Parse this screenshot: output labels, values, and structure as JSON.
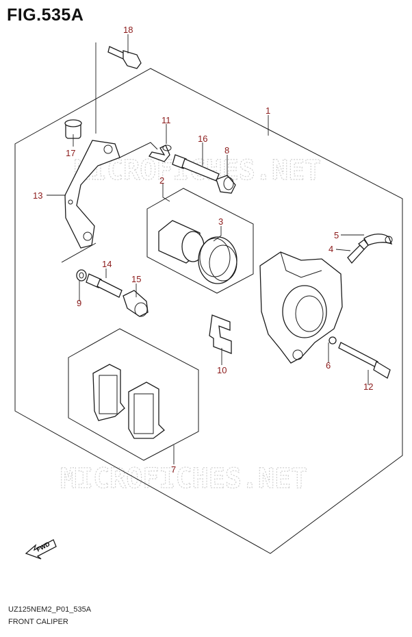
{
  "figure": {
    "title": "FIG.535A",
    "model_code": "UZ125NEM2_P01_535A",
    "caption": "FRONT CALIPER",
    "fwd_label": "FWD",
    "watermark": "MICROFICHES.NET"
  },
  "colors": {
    "callout_text": "#8b1a1a",
    "line_art": "#1a1a1a",
    "watermark": "#cfcfcf"
  },
  "callouts": [
    "1",
    "2",
    "3",
    "4",
    "5",
    "6",
    "7",
    "8",
    "9",
    "10",
    "11",
    "12",
    "13",
    "14",
    "15",
    "16",
    "17",
    "18"
  ]
}
